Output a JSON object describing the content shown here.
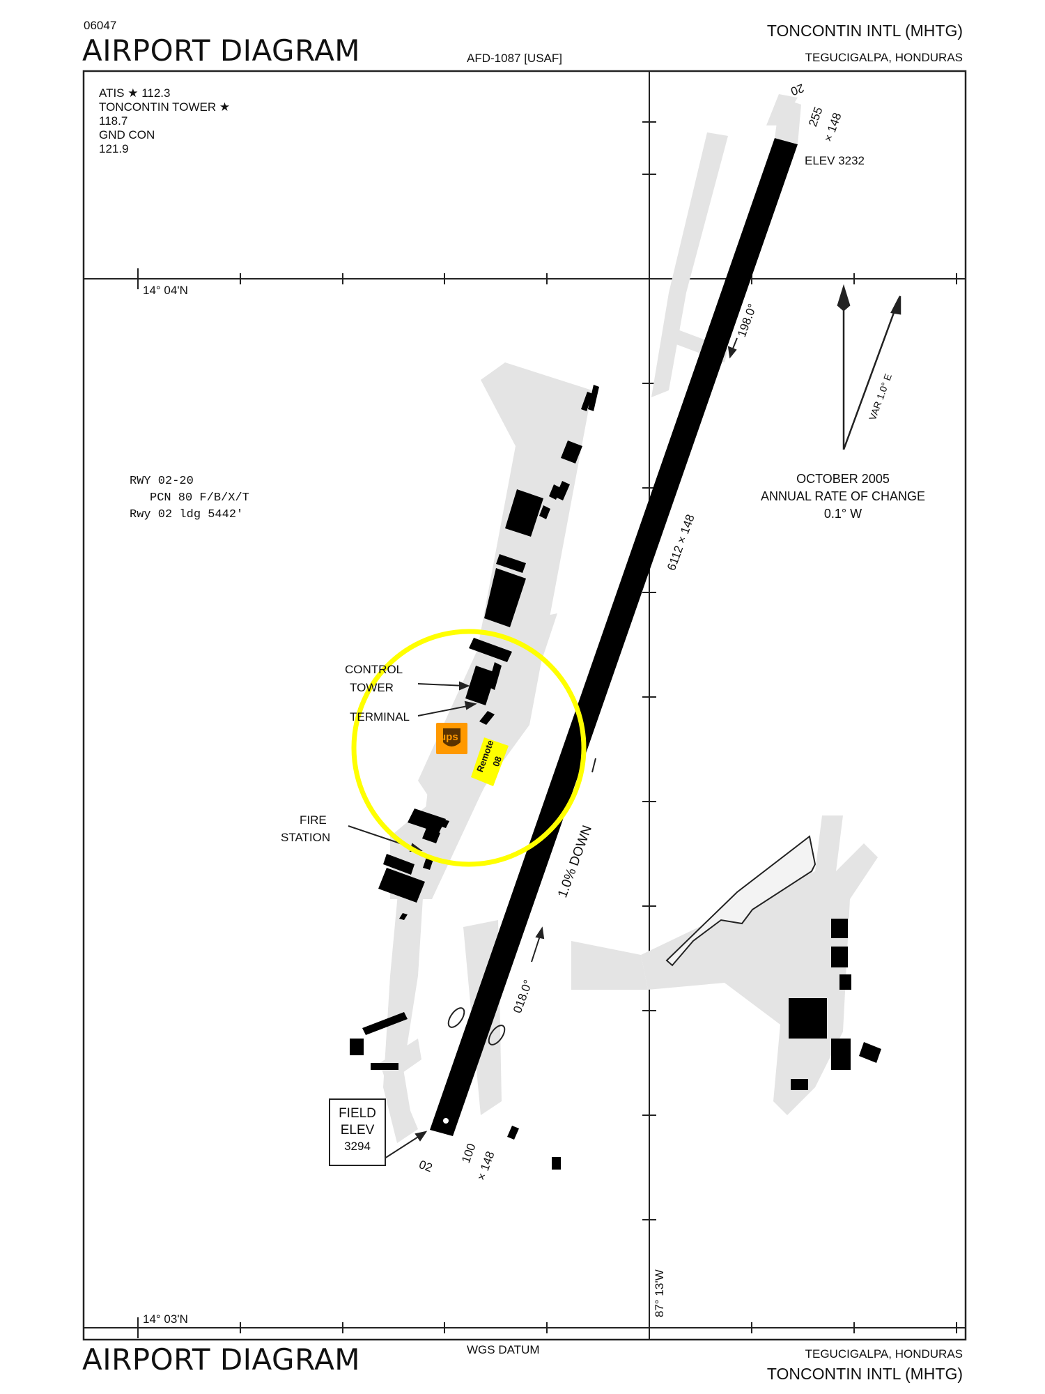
{
  "header": {
    "chart_number": "06047",
    "title": "AIRPORT DIAGRAM",
    "afd": "AFD-1087  [USAF]",
    "airport_name": "TONCONTIN INTL  (MHTG)",
    "location": "TEGUCIGALPA, HONDURAS"
  },
  "frequencies": {
    "atis": "ATIS ★ 112.3",
    "tower_label": "TONCONTIN TOWER ★",
    "tower_freq": "118.7",
    "gnd_label": "GND CON",
    "gnd_freq": "121.9"
  },
  "runway_info": {
    "line1": "RWY  02-20",
    "line2": "PCN  80  F/B/X/T",
    "line3": "Rwy  02  ldg  5442'"
  },
  "runway": {
    "rwy20_label": "20",
    "rwy20_dims_a": "255",
    "rwy20_dims_b": "× 148",
    "rwy20_elev": "ELEV  3232",
    "heading_198": "198.0°",
    "heading_018": "018.0°",
    "dims": "6112 × 148",
    "slope": "1.0% DOWN",
    "rwy02_label": "02",
    "rwy02_dims_a": "100",
    "rwy02_dims_b": "× 148"
  },
  "coords": {
    "lat_top": "14° 04'N",
    "lat_bottom": "14° 03'N",
    "lon": "87° 13'W"
  },
  "magvar": {
    "var": "VAR 1.0° E",
    "date": "OCTOBER 2005",
    "rate_label": "ANNUAL RATE OF CHANGE",
    "rate": "0.1° W"
  },
  "labels": {
    "control": "CONTROL",
    "tower": "TOWER",
    "terminal": "TERMINAL",
    "fire": "FIRE",
    "station": "STATION",
    "field": "FIELD",
    "elev": "ELEV",
    "field_elev": "3294"
  },
  "overlay": {
    "ups": "ups",
    "remote_line1": "Remote",
    "remote_line2": "08",
    "highlight_color": "#ffff00",
    "ups_color": "#ff9900"
  },
  "footer": {
    "title": "AIRPORT DIAGRAM",
    "datum": "WGS DATUM",
    "location": "TEGUCIGALPA, HONDURAS",
    "airport_name": "TONCONTIN INTL  (MHTG)"
  }
}
